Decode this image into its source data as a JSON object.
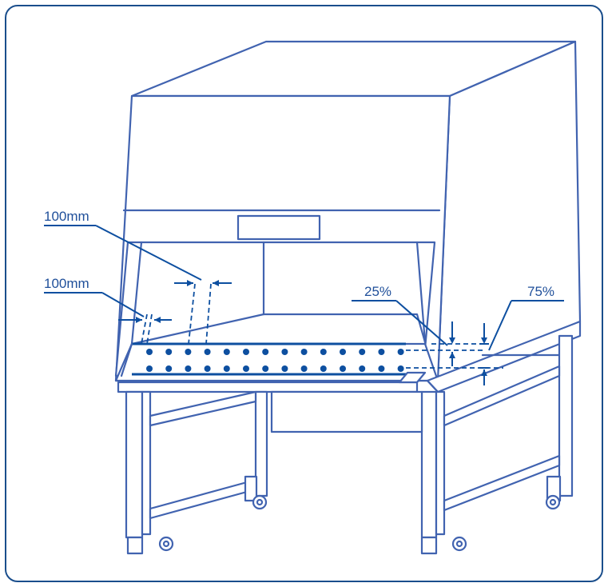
{
  "labels": {
    "top_left_dimension": "100mm",
    "mid_left_dimension": "100mm",
    "lower_percent": "25%",
    "upper_percent": "75%"
  },
  "colors": {
    "frame": "#1a4e8c",
    "line": "#4163b0",
    "accent": "#0d4fa0"
  }
}
